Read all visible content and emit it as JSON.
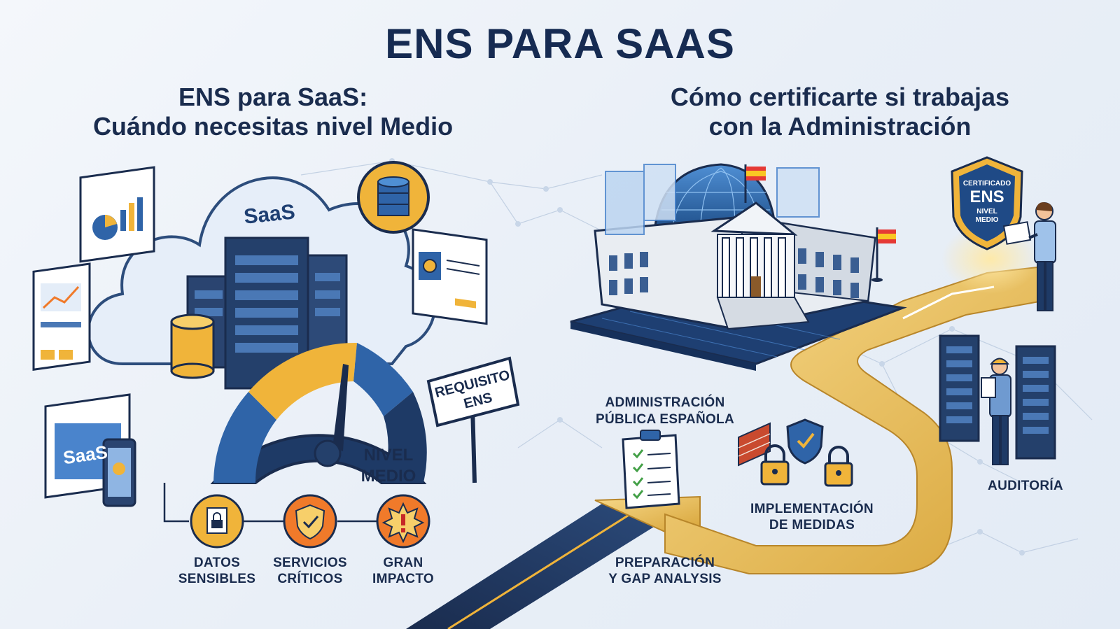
{
  "title": "ENS PARA SAAS",
  "left_heading": {
    "line1": "ENS para SaaS:",
    "line2": "Cuándo necesitas nivel Medio"
  },
  "right_heading": {
    "line1": "Cómo certificarte si trabajas",
    "line2": "con la Administración"
  },
  "cloud_label": "SaaS",
  "device_label": "SaaS",
  "sign": {
    "line1": "REQUISITO",
    "line2": "ENS"
  },
  "gauge_label": {
    "line1": "NIVEL",
    "line2": "MEDIO"
  },
  "criteria": [
    {
      "line1": "DATOS",
      "line2": "SENSIBLES",
      "icon": "lock-document-icon"
    },
    {
      "line1": "SERVICIOS",
      "line2": "CRÍTICOS",
      "icon": "shield-check-icon"
    },
    {
      "line1": "GRAN",
      "line2": "IMPACTO",
      "icon": "alert-burst-icon"
    }
  ],
  "steps": {
    "administracion": {
      "line1": "ADMINISTRACIÓN",
      "line2": "PÚBLICA ESPAÑOLA"
    },
    "preparacion": {
      "line1": "PREPARACIÓN",
      "line2": "Y GAP ANALYSIS"
    },
    "implementacion": {
      "line1": "IMPLEMENTACIÓN",
      "line2": "DE MEDIDAS"
    },
    "auditoria": "AUDITORÍA"
  },
  "certificate_badge": {
    "line1": "CERTIFICADO",
    "line2": "ENS",
    "line3": "NIVEL",
    "line4": "MEDIO"
  },
  "colors": {
    "navy": "#1a2c4e",
    "blue": "#2f64a8",
    "gold": "#f0b43a",
    "orange": "#f07a2a",
    "light_blue": "#cfe0f4"
  }
}
